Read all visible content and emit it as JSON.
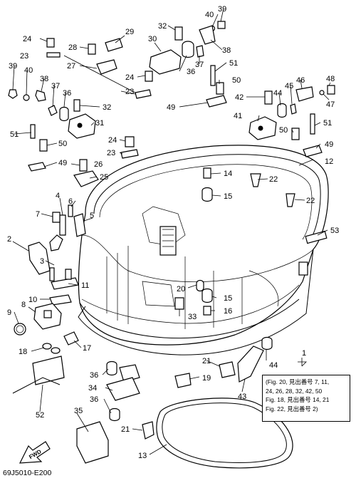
{
  "diagram": {
    "drawing_code": "69J5010-E200",
    "fwd_label": "FWD",
    "note_lines": [
      "(Fig. 20, 見出番号 7, 11,",
      "24, 26, 28, 32, 42, 50",
      "Fig. 18, 見出番号 14, 21",
      "Fig. 22, 見出番号 2)"
    ],
    "callouts": [
      {
        "n": "1"
      },
      {
        "n": "2"
      },
      {
        "n": "3"
      },
      {
        "n": "4"
      },
      {
        "n": "5"
      },
      {
        "n": "6"
      },
      {
        "n": "7"
      },
      {
        "n": "8"
      },
      {
        "n": "9"
      },
      {
        "n": "10"
      },
      {
        "n": "11"
      },
      {
        "n": "12"
      },
      {
        "n": "13"
      },
      {
        "n": "14"
      },
      {
        "n": "15"
      },
      {
        "n": "15"
      },
      {
        "n": "16"
      },
      {
        "n": "17"
      },
      {
        "n": "18"
      },
      {
        "n": "19"
      },
      {
        "n": "20"
      },
      {
        "n": "21"
      },
      {
        "n": "21"
      },
      {
        "n": "22"
      },
      {
        "n": "22"
      },
      {
        "n": "23"
      },
      {
        "n": "23"
      },
      {
        "n": "23"
      },
      {
        "n": "24"
      },
      {
        "n": "24"
      },
      {
        "n": "24"
      },
      {
        "n": "25"
      },
      {
        "n": "26"
      },
      {
        "n": "27"
      },
      {
        "n": "28"
      },
      {
        "n": "29"
      },
      {
        "n": "30"
      },
      {
        "n": "31"
      },
      {
        "n": "32"
      },
      {
        "n": "32"
      },
      {
        "n": "33"
      },
      {
        "n": "34"
      },
      {
        "n": "35"
      },
      {
        "n": "36"
      },
      {
        "n": "36"
      },
      {
        "n": "36"
      },
      {
        "n": "36"
      },
      {
        "n": "37"
      },
      {
        "n": "37"
      },
      {
        "n": "38"
      },
      {
        "n": "38"
      },
      {
        "n": "39"
      },
      {
        "n": "39"
      },
      {
        "n": "40"
      },
      {
        "n": "40"
      },
      {
        "n": "41"
      },
      {
        "n": "42"
      },
      {
        "n": "43"
      },
      {
        "n": "44"
      },
      {
        "n": "44"
      },
      {
        "n": "45"
      },
      {
        "n": "46"
      },
      {
        "n": "47"
      },
      {
        "n": "48"
      },
      {
        "n": "49"
      },
      {
        "n": "49"
      },
      {
        "n": "49"
      },
      {
        "n": "50"
      },
      {
        "n": "50"
      },
      {
        "n": "50"
      },
      {
        "n": "51"
      },
      {
        "n": "51"
      },
      {
        "n": "51"
      },
      {
        "n": "52"
      },
      {
        "n": "53"
      }
    ]
  }
}
